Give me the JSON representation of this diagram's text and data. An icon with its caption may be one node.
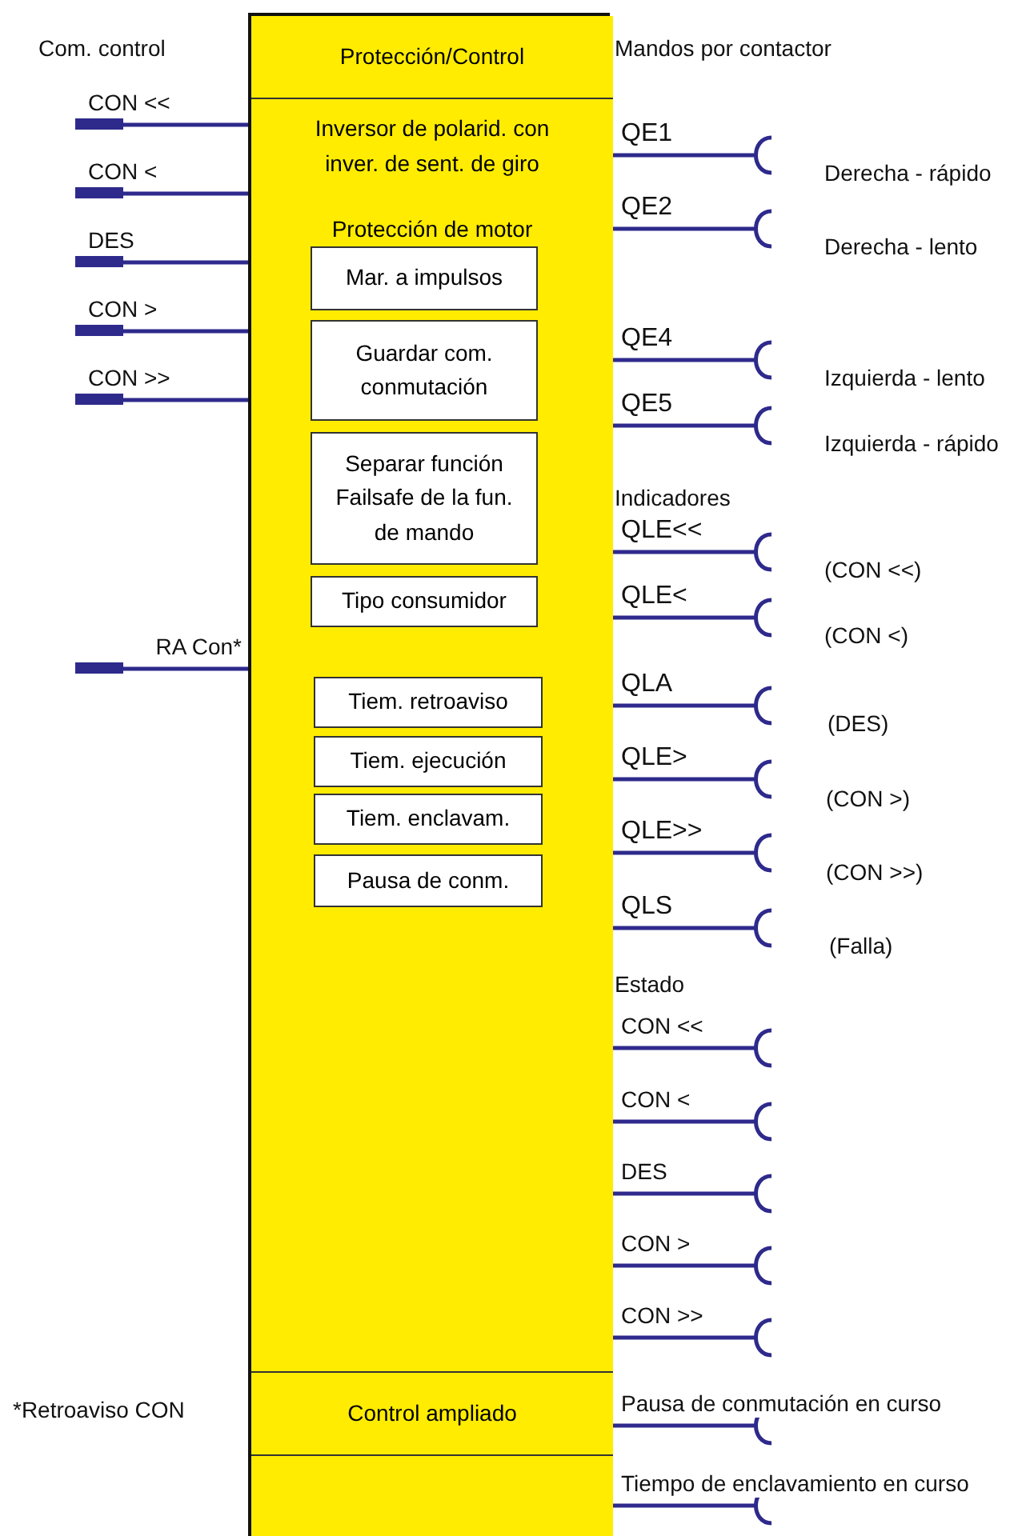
{
  "diagram": {
    "nodes": [
      {
        "text": [],
        "shape": "box"
      },
      {
        "text": [
          "Protección/Control"
        ],
        "in": 0
      },
      {
        "text": [
          "Inversor de polarid. con inver. de sent. de giro",
          "Protección de motor"
        ],
        "in": 0
      },
      {
        "text": [
          "Mar. a impulsos"
        ],
        "in": 2
      },
      {
        "text": [
          "Guardar com. conmutación"
        ],
        "in": 2
      },
      {
        "text": [
          "Separar función Failsafe de la fun. de mando"
        ],
        "in": 2
      },
      {
        "text": [
          "Tipo consumidor"
        ],
        "in": 2
      },
      {
        "text": [
          "Tiem. retroaviso"
        ],
        "in": 2
      },
      {
        "text": [
          "Tiem. ejecución"
        ],
        "in": 2
      },
      {
        "text": [
          "Tiem. enclavam."
        ],
        "in": 2
      },
      {
        "text": [
          "Pausa de conm."
        ],
        "in": 2
      },
      {
        "text": [
          "Control ampliado"
        ],
        "in": 0
      },
      {
        "text": [],
        "shape": "box",
        "in": 0
      }
    ],
    "edges": [
      {
        "from": null,
        "to": 2,
        "arrow": "other",
        "label": "CON <<"
      },
      {
        "from": null,
        "to": 2,
        "arrow": "other",
        "label": "CON <"
      },
      {
        "from": null,
        "to": 2,
        "arrow": "other",
        "label": "DES"
      },
      {
        "from": null,
        "to": 2,
        "arrow": "other",
        "label": "CON >"
      },
      {
        "from": null,
        "to": 2,
        "arrow": "other",
        "label": "CON >>"
      },
      {
        "from": null,
        "to": 2,
        "arrow": "other",
        "label": "RA Con*"
      },
      {
        "from": 2,
        "to": null,
        "arrow": "other",
        "label": "QE1"
      },
      {
        "from": 2,
        "to": null,
        "arrow": "other",
        "label": "QE2"
      },
      {
        "from": 2,
        "to": null,
        "arrow": "other",
        "label": "QE4"
      },
      {
        "from": 2,
        "to": null,
        "arrow": "other",
        "label": "QE5"
      },
      {
        "from": 2,
        "to": null,
        "arrow": "other",
        "label": "QLE<<"
      },
      {
        "from": 2,
        "to": null,
        "arrow": "other",
        "label": "QLE<"
      },
      {
        "from": 2,
        "to": null,
        "arrow": "other",
        "label": "QLA"
      },
      {
        "from": 2,
        "to": null,
        "arrow": "other",
        "label": "QLE>"
      },
      {
        "from": 2,
        "to": null,
        "arrow": "other",
        "label": "QLE>>"
      },
      {
        "from": 2,
        "to": null,
        "arrow": "other",
        "label": "QLS"
      },
      {
        "from": 2,
        "to": null,
        "arrow": "other",
        "label": "CON <<"
      },
      {
        "from": 2,
        "to": null,
        "arrow": "other",
        "label": "CON <"
      },
      {
        "from": 2,
        "to": null,
        "arrow": "other",
        "label": "DES"
      },
      {
        "from": 2,
        "to": null,
        "arrow": "other",
        "label": "CON >"
      },
      {
        "from": 2,
        "to": null,
        "arrow": "other",
        "label": "CON >>"
      },
      {
        "from": 11,
        "to": null,
        "arrow": "other",
        "label": "Pausa de conmutación en curso"
      },
      {
        "from": 12,
        "to": null,
        "arrow": "other",
        "label": "Tiempo de enclavamiento en curso"
      }
    ],
    "labels": [
      "Com. control",
      "Mandos por contactor",
      "Derecha - rápido",
      "Derecha - lento",
      "Izquierda - lento",
      "Izquierda - rápido",
      "Indicadores",
      "(CON <<)",
      "(CON <)",
      "(DES)",
      "(CON >)",
      "(CON >>)",
      "(Falla)",
      "Estado",
      "*Retroaviso CON"
    ]
  }
}
